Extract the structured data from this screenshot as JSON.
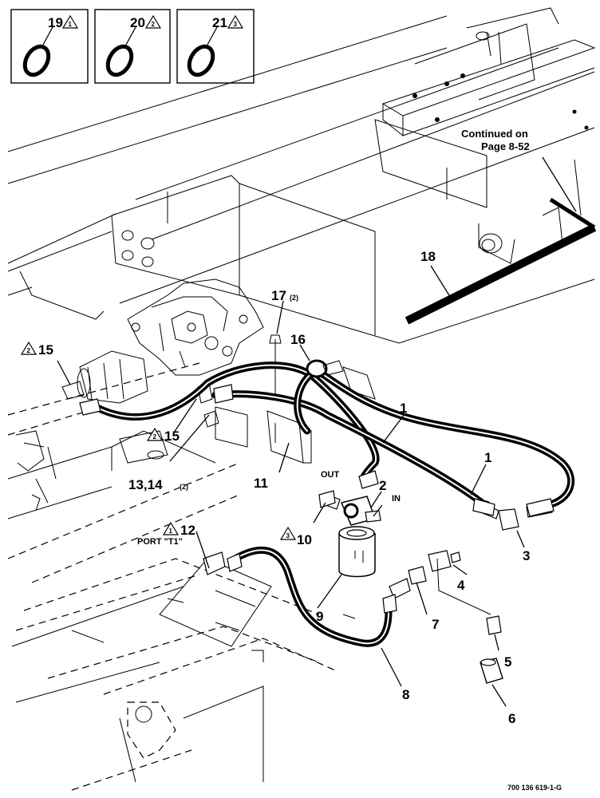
{
  "inset_boxes": [
    {
      "number": "19",
      "rev": "1"
    },
    {
      "number": "20",
      "rev": "2"
    },
    {
      "number": "21",
      "rev": "3"
    }
  ],
  "continuation": {
    "line1": "Continued on",
    "line2": "Page 8-52"
  },
  "callouts": {
    "c1a": "1",
    "c1b": "1",
    "c2": "2",
    "c3": "3",
    "c4": "4",
    "c5": "5",
    "c6": "6",
    "c7": "7",
    "c8": "8",
    "c9": "9",
    "c10": "10",
    "c11": "11",
    "c12": "12",
    "c13": "13,14",
    "c13q": "(2)",
    "c15a": "15",
    "c15b": "15",
    "c16": "16",
    "c17": "17",
    "c17q": "(2)",
    "c18": "18"
  },
  "rev_marks": {
    "c10": "3",
    "c12": "1",
    "c15a": "2",
    "c15b": "2"
  },
  "port_labels": {
    "out": "OUT",
    "in": "IN",
    "port": "PORT \"T1\""
  },
  "figure_number": "700 136 619-1-G"
}
